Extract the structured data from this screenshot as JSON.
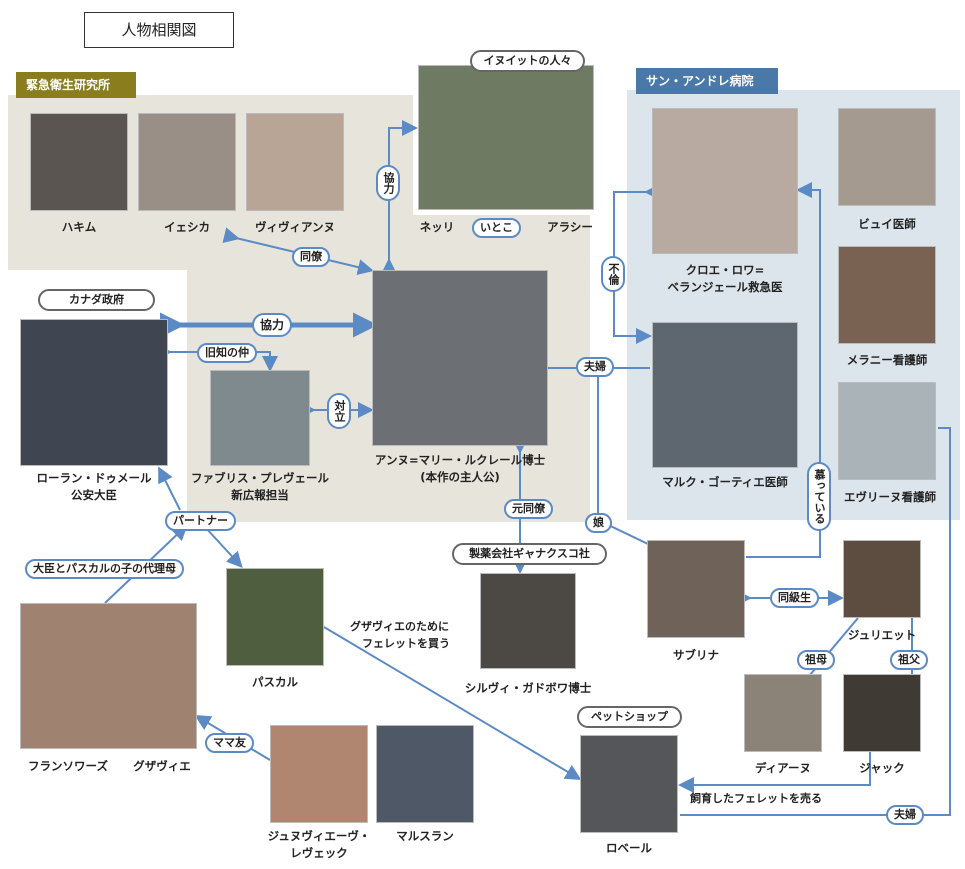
{
  "title": "人物相関図",
  "groups": {
    "lab": "緊急衛生研究所",
    "hospital": "サン・アンドレ病院",
    "inuit": "イヌイットの人々",
    "canada": "カナダ政府",
    "pharma": "製薬会社ギャナクスコ社",
    "petshop": "ペットショップ"
  },
  "colors": {
    "lab_label": "#8a7d1e",
    "hospital_label": "#4a78a8",
    "line": "#5b8ac4",
    "lab_bg": "#e7e5db",
    "hospital_bg": "#dde5ec"
  },
  "people": {
    "hakim": "ハキム",
    "yesica": "イェシカ",
    "viviane": "ヴィヴィアンヌ",
    "nelly": "ネッリ",
    "arasie": "アラシー",
    "laurent": "ローラン・ドゥメール",
    "laurent_role": "公安大臣",
    "fabrice": "ファブリス・プレヴェール",
    "fabrice_role": "新広報担当",
    "anne": "アンヌ=マリー・ルクレール博士",
    "anne_note": "(本作の主人公)",
    "chloe": "クロエ・ロワ=",
    "chloe_role": "ベランジェール救急医",
    "marc": "マルク・ゴーティエ医師",
    "bui": "ビュイ医師",
    "melanie": "メラニー看護師",
    "evelyne": "エヴリーヌ看護師",
    "sylvie": "シルヴィ・ガドボワ博士",
    "sabrina": "サブリナ",
    "juliette": "ジュリエット",
    "dianne": "ディアーヌ",
    "jacques": "ジャック",
    "robert": "ロベール",
    "pascal": "パスカル",
    "francoise": "フランソワーズ",
    "xavier": "グザヴィエ",
    "genevieve": "ジュヌヴィエーヴ・",
    "genevieve2": "レヴェック",
    "marcelin": "マルスラン"
  },
  "relations": {
    "cooperate1": "協力",
    "cousins": "いとこ",
    "colleagues": "同僚",
    "cooperate2": "協力",
    "acquainted": "旧知の仲",
    "conflict": "対立",
    "former_colleague": "元同僚",
    "married1": "夫婦",
    "affair": "不倫",
    "admires": "慕っている",
    "daughter": "娘",
    "classmates": "同級生",
    "grandmother": "祖母",
    "grandfather": "祖父",
    "sells_ferrets": "飼育したフェレットを売る",
    "married2": "夫婦",
    "partner": "パートナー",
    "surrogate": "大臣とパスカルの子の代理母",
    "buys_ferret_1": "グザヴィエのために",
    "buys_ferret_2": "フェレットを買う",
    "mama_friend": "ママ友"
  }
}
